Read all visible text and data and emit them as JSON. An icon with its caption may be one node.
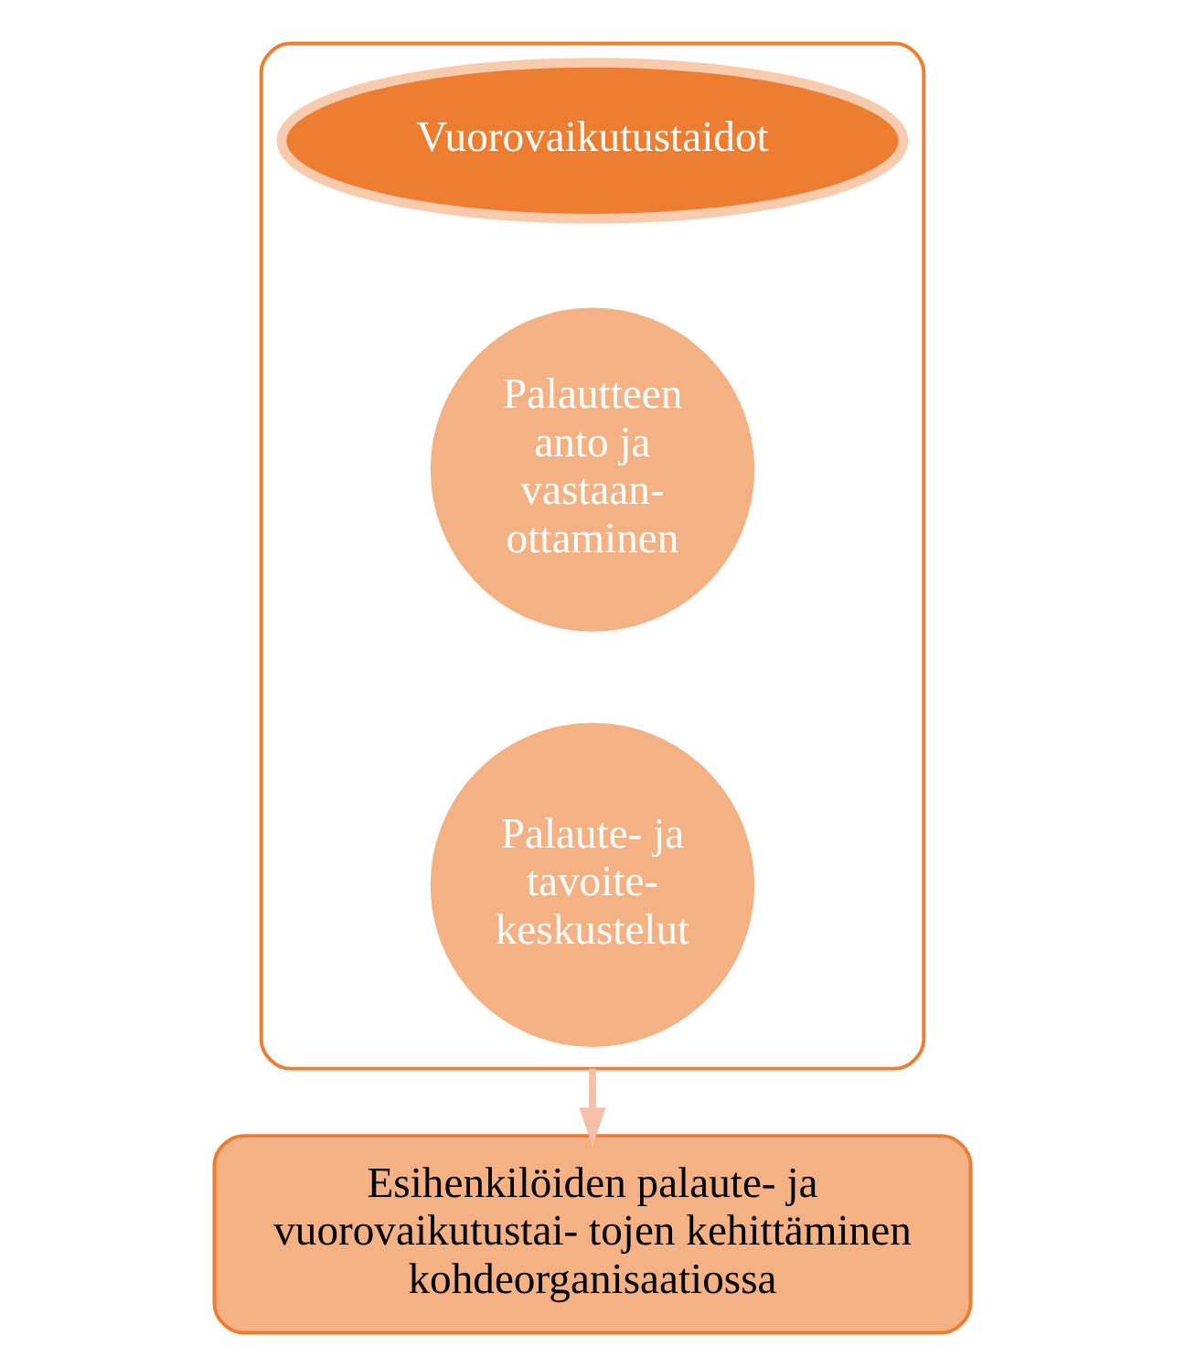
{
  "diagram": {
    "nodes": [
      {
        "text": [],
        "shape": "funnel"
      },
      {
        "text": [
          "Vuorovaikutustaidot"
        ],
        "in": 0
      },
      {
        "text": [
          "Palautteen anto ja vastaan- ottaminen"
        ],
        "in": 0
      },
      {
        "text": [
          "Palaute- ja tavoite- keskustelut"
        ],
        "in": 0
      },
      {
        "text": [
          "Esihenkilöiden palaute- ja vuorovaikutustai- tojen kehittäminen kohdeorganisaatiossa"
        ]
      }
    ],
    "edges": [
      {
        "from": 0,
        "to": 4,
        "arrow": "to",
        "color": "#f4c0a8"
      }
    ]
  }
}
